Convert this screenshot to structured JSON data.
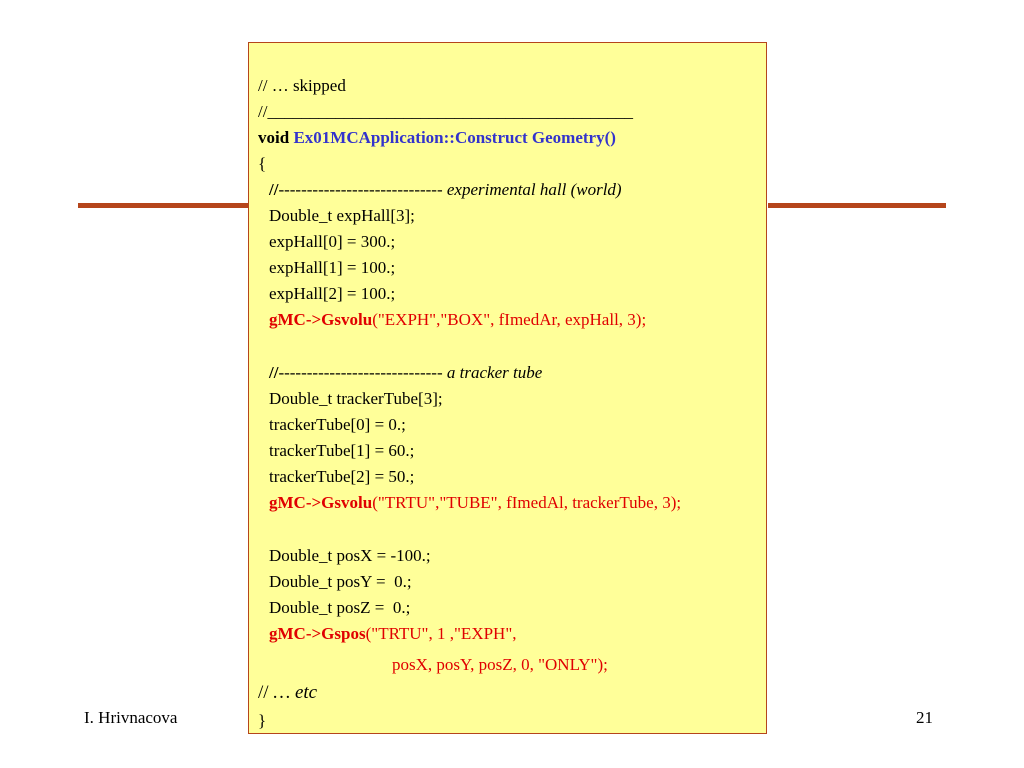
{
  "colors": {
    "accent_rule": "#b5451b",
    "code_bg": "#ffff99",
    "keyword_blue": "#3333cc",
    "call_red": "#e00000"
  },
  "code": {
    "l01": "// … skipped",
    "l02": "//___________________________________________",
    "l03_kw": "void",
    "l03_name": "Ex01MCApplication::Construct Geometry()",
    "l04": "{",
    "l05_sep": "//",
    "l05_dashes": "-----------------------------",
    "l05_comment": "experimental hall (world)",
    "l06": "Double_t expHall[3];",
    "l07": "expHall[0] = 300.;",
    "l08": "expHall[1] = 100.;",
    "l09": "expHall[2] = 100.;",
    "l10_call": "gMC->Gsvolu",
    "l10_args": "(\"EXPH\",\"BOX\", fImedAr, expHall, 3);",
    "l12_sep": "//",
    "l12_dashes": "-----------------------------",
    "l12_comment": "a tracker tube",
    "l13": "Double_t trackerTube[3];",
    "l14": "trackerTube[0] = 0.;",
    "l15": "trackerTube[1] = 60.;",
    "l16": "trackerTube[2] = 50.;",
    "l17_call": "gMC->Gsvolu",
    "l17_args": "(\"TRTU\",\"TUBE\", fImedAl, trackerTube, 3);",
    "l19": "Double_t posX = -100.;",
    "l20": "Double_t posY =  0.;",
    "l21": "Double_t posZ =  0.;",
    "l22_call": "gMC->Gspos",
    "l22_args": "(\"TRTU\", 1 ,\"EXPH\",",
    "l23": "posX, posY, posZ, 0, \"ONLY\");",
    "l24_sep": "//",
    "l24_comment": "… etc",
    "l25": "}"
  },
  "footer": {
    "author": "I. Hrivnacova",
    "page": "21"
  }
}
